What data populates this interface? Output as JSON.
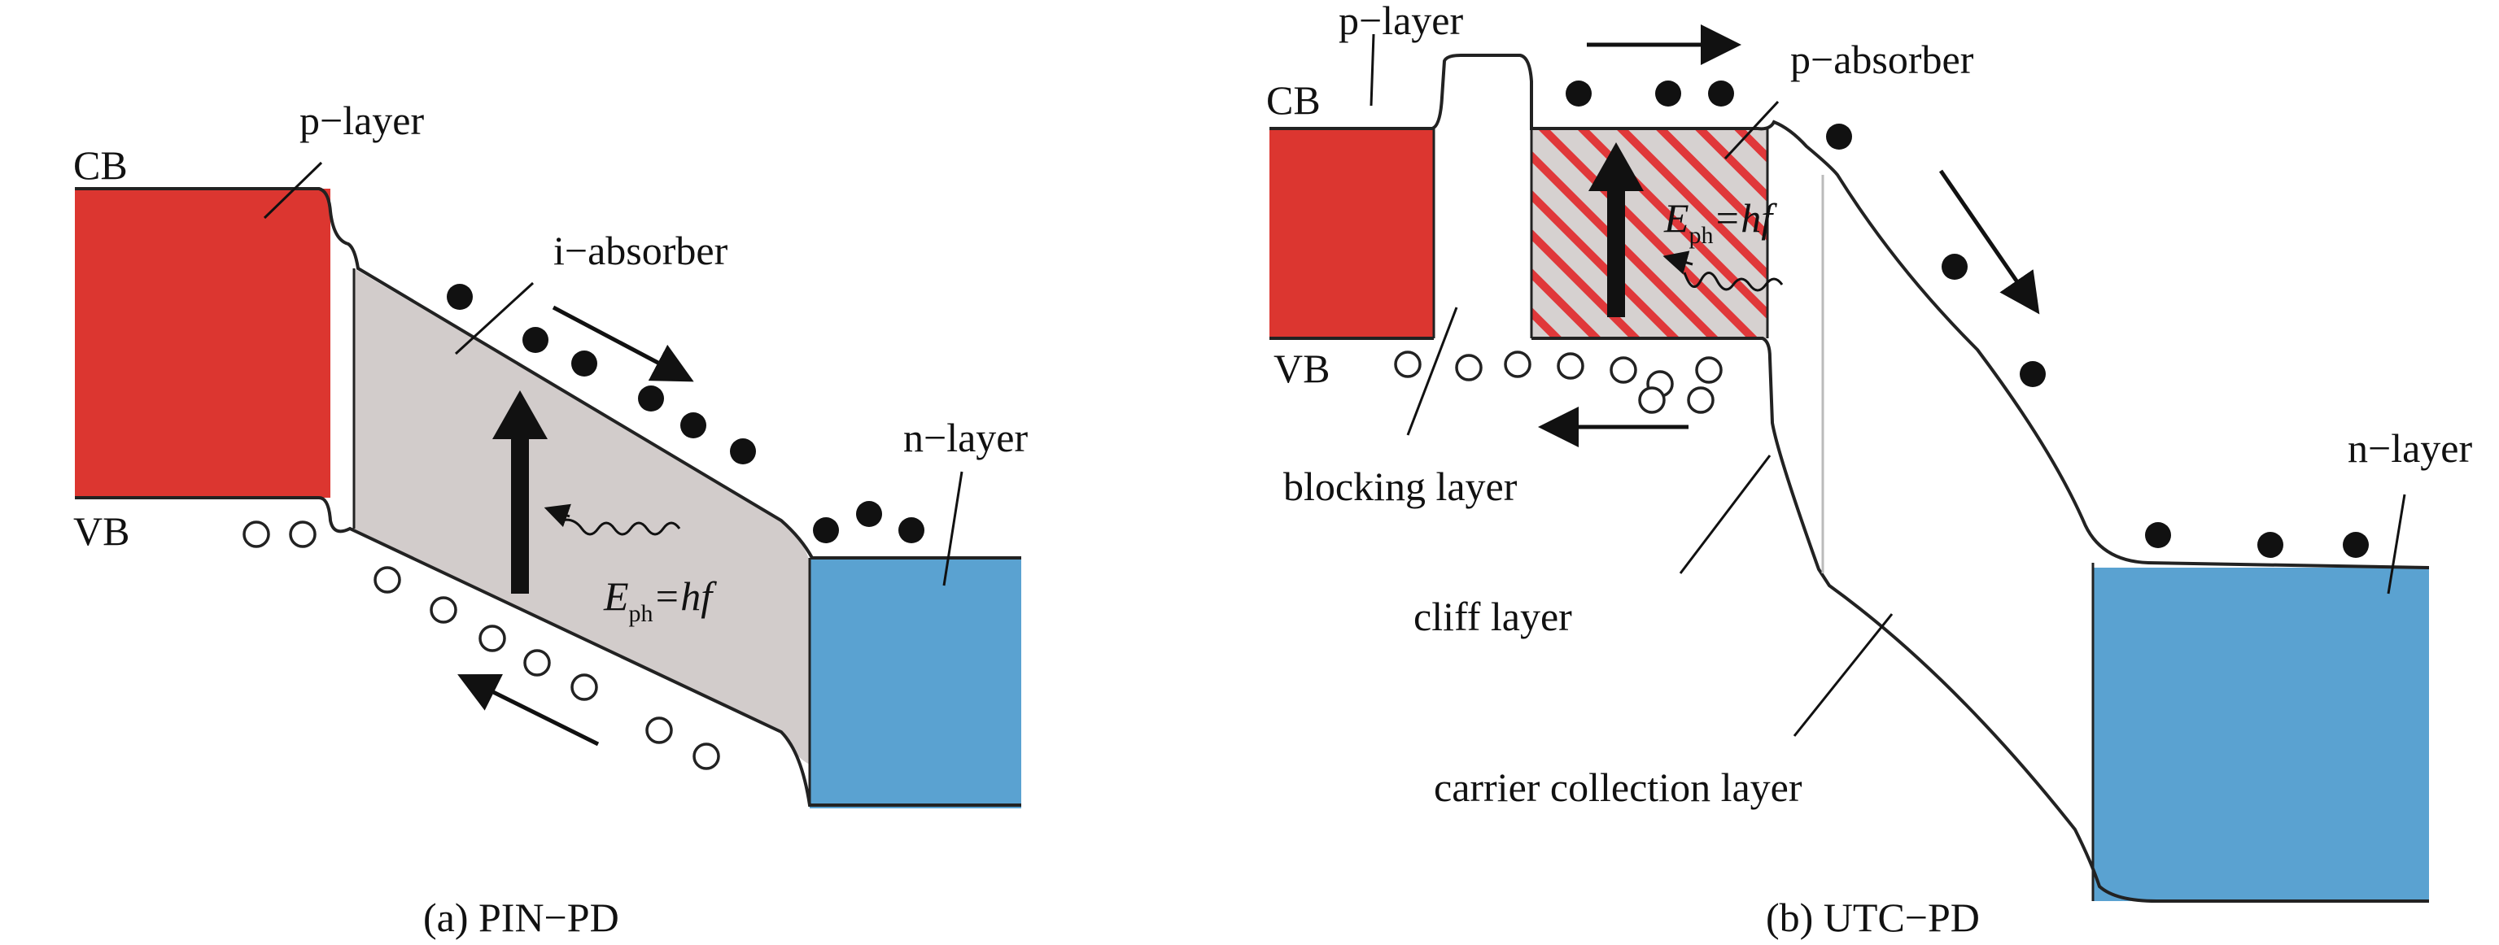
{
  "panel_a": {
    "caption": "(a) PIN−PD",
    "cb": "CB",
    "vb": "VB",
    "p_layer": "p−layer",
    "i_absorber": "i−absorber",
    "n_layer": "n−layer",
    "photon_e": "E",
    "photon_sub": "ph",
    "photon_rest": "=hf"
  },
  "panel_b": {
    "caption": "(b) UTC−PD",
    "cb": "CB",
    "vb": "VB",
    "p_layer": "p−layer",
    "p_absorber": "p−absorber",
    "n_layer": "n−layer",
    "blocking_layer": "blocking layer",
    "cliff_layer": "cliff layer",
    "carrier_collection_layer": "carrier collection layer",
    "photon_e": "E",
    "photon_sub": "ph",
    "photon_rest": "=hf"
  },
  "colors": {
    "p_region": "#dc3630",
    "n_region": "#5aa2d1",
    "absorber": "#d2cccb",
    "hatch": "#e0383a",
    "line": "#222222"
  }
}
